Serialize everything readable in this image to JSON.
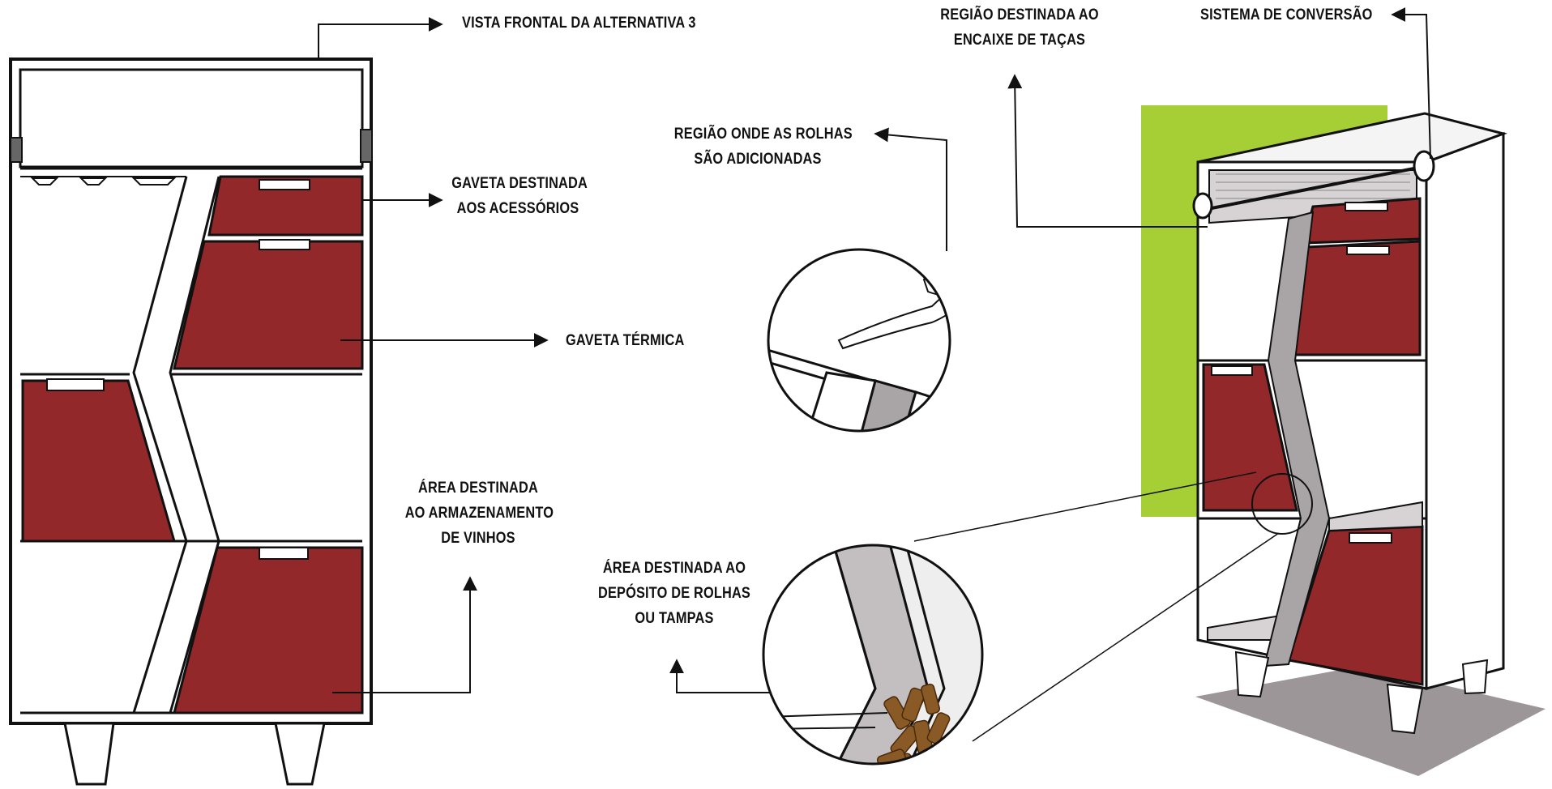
{
  "labels": {
    "front_view": "VISTA FRONTAL DA ALTERNATIVA 3",
    "accessory_drawer": [
      "GAVETA DESTINADA",
      "AOS ACESSÓRIOS"
    ],
    "thermal_drawer": "GAVETA TÉRMICA",
    "wine_storage": [
      "ÁREA DESTINADA",
      "AO ARMAZENAMENTO",
      "DE VINHOS"
    ],
    "cork_insert": [
      "REGIÃO ONDE AS ROLHAS",
      "SÃO ADICIONADAS"
    ],
    "cork_deposit": [
      "ÁREA DESTINADA AO",
      "DEPÓSITO DE ROLHAS",
      "OU TAMPAS"
    ],
    "glass_slot": [
      "REGIÃO DESTINADA AO",
      "ENCAIXE DE TAÇAS"
    ],
    "conversion_system": "SISTEMA DE CONVERSÃO"
  },
  "colors": {
    "drawer_red": "#93282a",
    "backdrop_green": "#a6cf36",
    "chute_grey": "#a9a5a7",
    "floor_grey": "#9d9698",
    "outline": "#111111",
    "cork": "#8a5a26"
  },
  "icons": [
    "arrow-icon",
    "zoom-circle-icon",
    "hand-icon",
    "cork-icon"
  ]
}
